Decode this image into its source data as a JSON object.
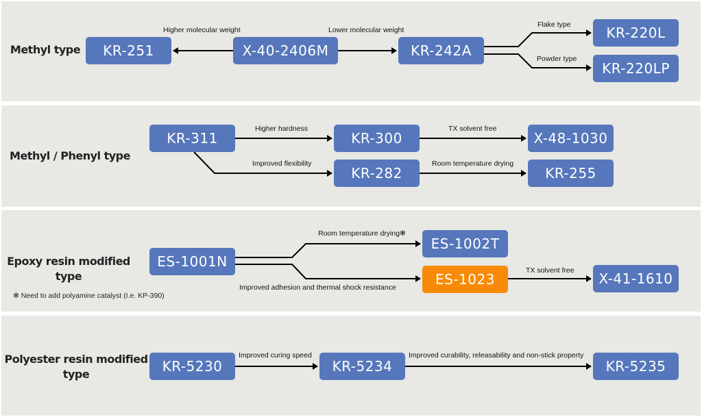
{
  "colors": {
    "panel_bg": "#e8e8e4",
    "product_box": "#5677bb",
    "highlight_box": "#f98a06",
    "arrow": "#000000"
  },
  "sections": [
    {
      "category": "Methyl type",
      "products": [
        "KR-251",
        "X-40-2406M",
        "KR-242A",
        "KR-220L",
        "KR-220LP"
      ],
      "transitions": [
        {
          "from": "X-40-2406M",
          "to": "KR-251",
          "label": "Higher molecular weight"
        },
        {
          "from": "X-40-2406M",
          "to": "KR-242A",
          "label": "Lower molecular weight"
        },
        {
          "from": "KR-242A",
          "to": "KR-220L",
          "label": "Flake type"
        },
        {
          "from": "KR-242A",
          "to": "KR-220LP",
          "label": "Powder type"
        }
      ]
    },
    {
      "category": "Methyl / Phenyl type",
      "products": [
        "KR-311",
        "KR-300",
        "X-48-1030",
        "KR-282",
        "KR-255"
      ],
      "transitions": [
        {
          "from": "KR-311",
          "to": "KR-300",
          "label": "Higher hardness"
        },
        {
          "from": "KR-300",
          "to": "X-48-1030",
          "label": "TX solvent free"
        },
        {
          "from": "KR-311",
          "to": "KR-282",
          "label": "Improved flexibility"
        },
        {
          "from": "KR-282",
          "to": "KR-255",
          "label": "Room temperature drying"
        }
      ]
    },
    {
      "category": "Epoxy resin modified type",
      "note": "✻ Need to add polyamine catalyst (I.e. KP-390)",
      "products": [
        "ES-1001N",
        "ES-1002T",
        "ES-1023",
        "X-41-1610"
      ],
      "highlighted_product": "ES-1023",
      "transitions": [
        {
          "from": "ES-1001N",
          "to": "ES-1002T",
          "label": "Room temperature drying✻"
        },
        {
          "from": "ES-1001N",
          "to": "ES-1023",
          "label": "Improved adhesion and thermal shock resistance"
        },
        {
          "from": "ES-1023",
          "to": "X-41-1610",
          "label": "TX solvent free"
        }
      ]
    },
    {
      "category": "Polyester resin modified type",
      "products": [
        "KR-5230",
        "KR-5234",
        "KR-5235"
      ],
      "transitions": [
        {
          "from": "KR-5230",
          "to": "KR-5234",
          "label": "Improved curing speed"
        },
        {
          "from": "KR-5234",
          "to": "KR-5235",
          "label": "Improved curability, releasability and non-stick property"
        }
      ]
    }
  ]
}
